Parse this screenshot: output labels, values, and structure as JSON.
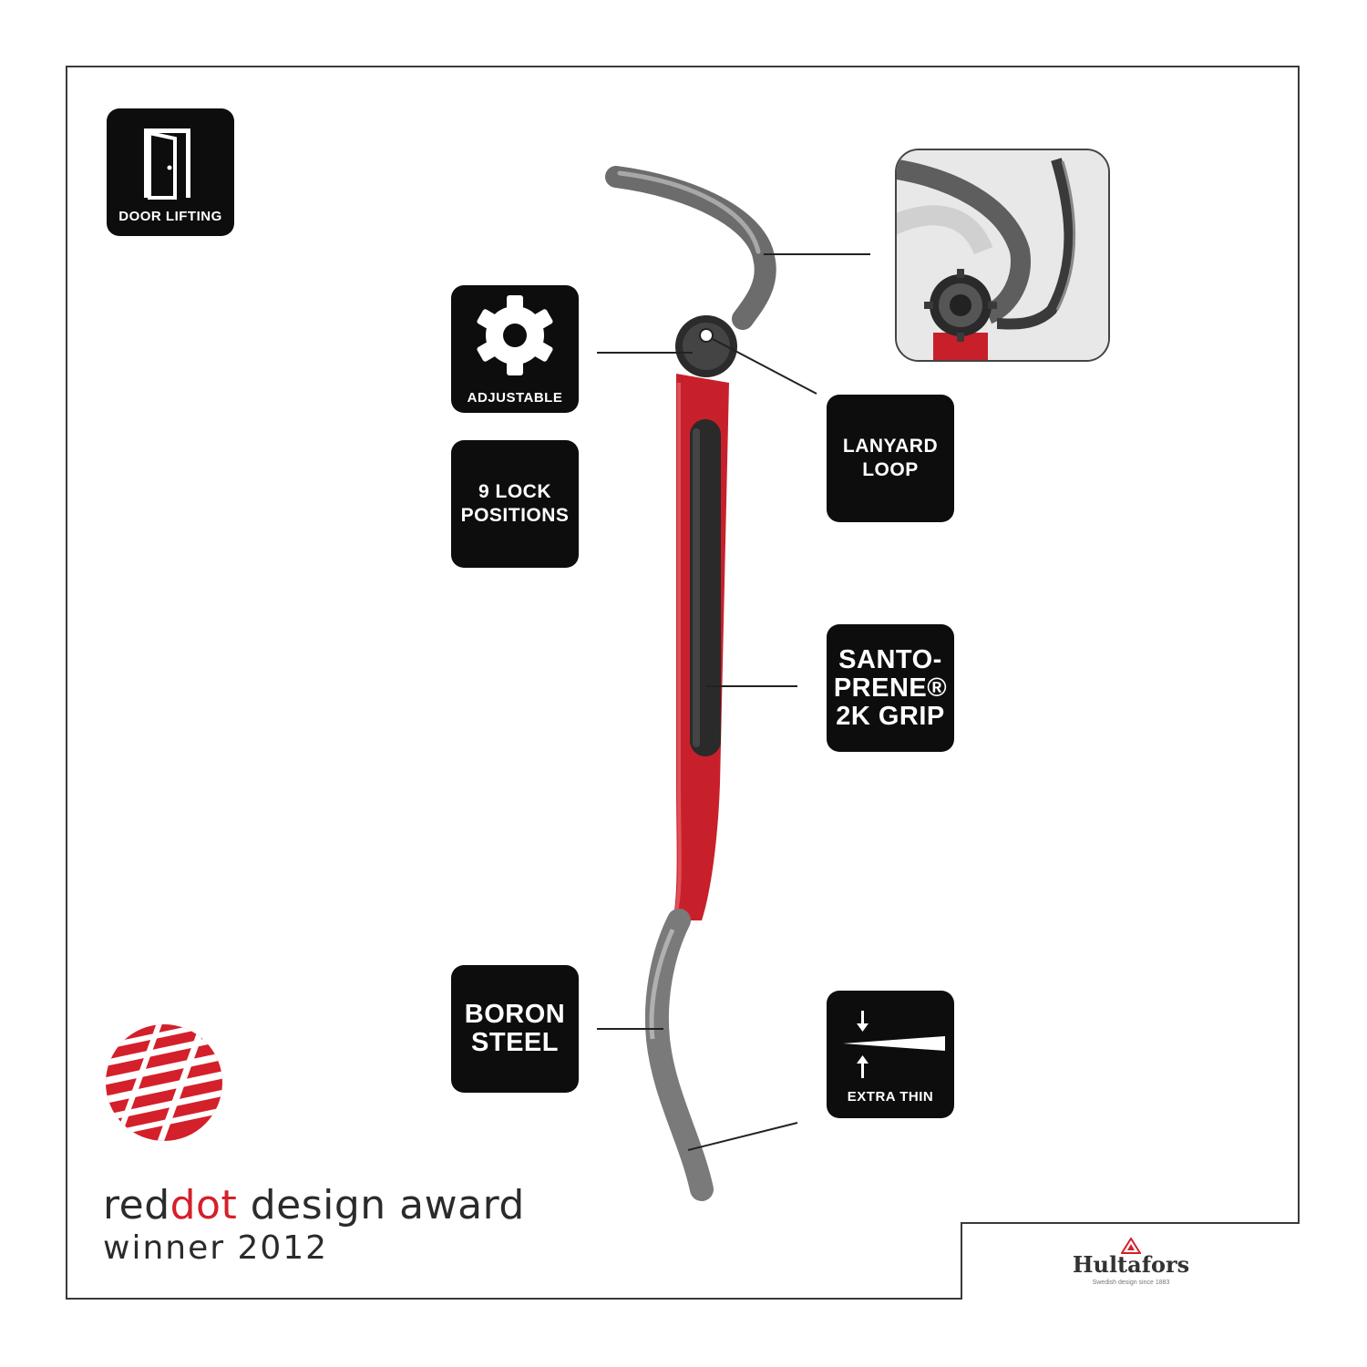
{
  "badges": {
    "door_lifting": "DOOR LIFTING",
    "adjustable": "ADJUSTABLE",
    "lock_positions": [
      "9 LOCK",
      "POSITIONS"
    ],
    "lanyard_loop": [
      "LANYARD",
      "LOOP"
    ],
    "grip": [
      "SANTO-",
      "PRENE®",
      "2K GRIP"
    ],
    "boron_steel": [
      "BORON",
      "STEEL"
    ],
    "extra_thin": "EXTRA THIN"
  },
  "award": {
    "brand_part1": "red",
    "brand_part2": "dot",
    "brand_part3": " design award",
    "line2": "winner 2012"
  },
  "brand": {
    "name": "Hultafors",
    "tagline": "Swedish design since 1883"
  },
  "icons": [
    "door-icon",
    "gear-icon",
    "arrow-down-icon",
    "arrow-up-icon",
    "wedge-icon",
    "reddot-logo",
    "hultafors-logo"
  ],
  "colors": {
    "badge_bg": "#0d0d0d",
    "handle_red": "#c8202a",
    "steel_gray": "#7a7a7a",
    "grip_black": "#2a2a2a",
    "reddot_red": "#d4202a"
  }
}
